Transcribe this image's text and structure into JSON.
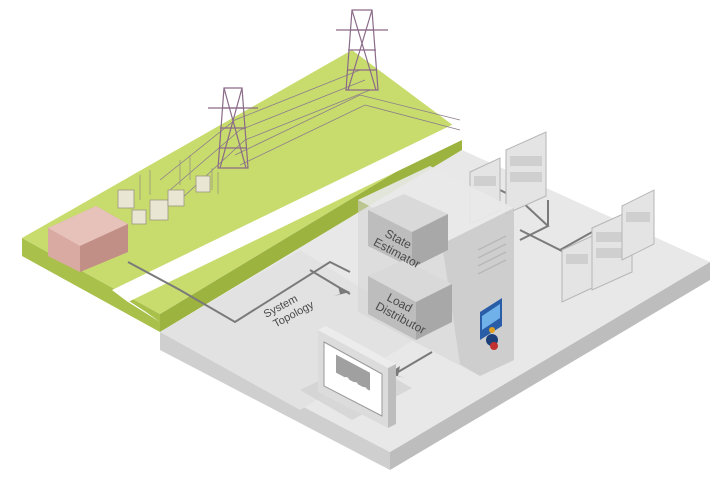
{
  "labels": {
    "state_estimator": [
      "State",
      "Estimator"
    ],
    "load_distributor": [
      "Load",
      "Distributor"
    ],
    "system_topology": [
      "System",
      "Topology"
    ]
  },
  "colors": {
    "grass": "#c8dc6e",
    "grass_side": "#a9c04a",
    "road": "#ffffff",
    "platform": "#e6e6e6",
    "platform_side": "#cfcfcf",
    "building": "#d8a9a0",
    "server": "#dcdcdc",
    "line": "#7a7a7a"
  },
  "icons": [
    "transmission-tower-icon",
    "substation-icon",
    "control-building-icon",
    "server-rack-icon",
    "relay-panel-icon",
    "monitor-icon",
    "flow-arrow-icon",
    "app-badge-icon"
  ]
}
